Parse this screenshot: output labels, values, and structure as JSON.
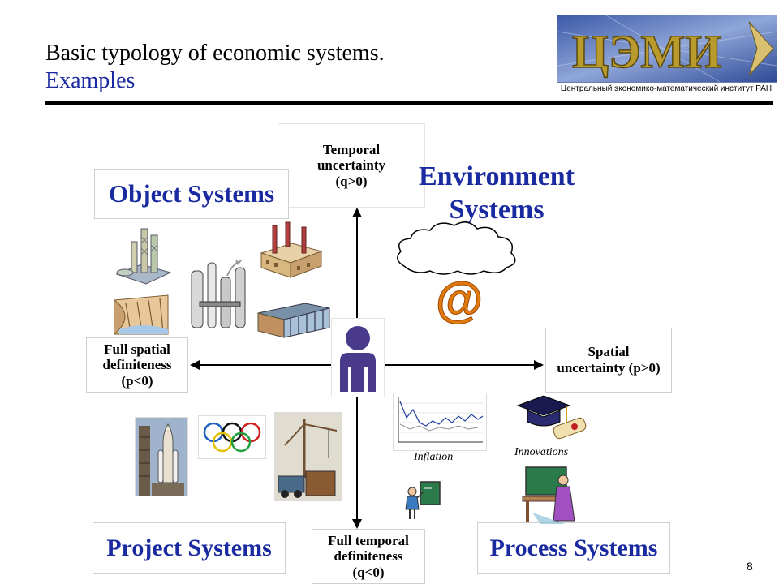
{
  "slide": {
    "title": "Basic typology of economic systems.",
    "subtitle": "Examples",
    "page_number": "8"
  },
  "logo": {
    "text": "ЦЭМИ",
    "caption": "Центральный экономико-математический институт РАН"
  },
  "quadrants": {
    "object": "Object Systems",
    "environment_line1": "Environment",
    "environment_line2": "Systems",
    "project": "Project Systems",
    "process": "Process Systems"
  },
  "axes": {
    "top": [
      "Temporal",
      "uncertainty",
      "(q>0)"
    ],
    "bottom": [
      "Full temporal",
      "definiteness",
      "(q<0)"
    ],
    "left": [
      "Full spatial",
      "definiteness",
      "(p<0)"
    ],
    "right": [
      "Spatial",
      "uncertainty (p>0)"
    ]
  },
  "captions": {
    "inflation": "Inflation",
    "innovations": "Innovations",
    "at_sign": "@"
  },
  "colors": {
    "accent_blue": "#1a2aa0",
    "at_orange": "#e07a10",
    "person_purple": "#4a3a8c"
  },
  "icons": [
    "factory-icon",
    "refinery-icon",
    "dam-icon",
    "chemical-plant-icon",
    "warehouse-icon",
    "cloud-icon",
    "at-icon",
    "person-icon",
    "space-shuttle-icon",
    "olympic-rings-icon",
    "construction-crane-icon",
    "inflation-chart-icon",
    "graduation-cap-icon",
    "teacher-icon",
    "child-blackboard-icon"
  ]
}
